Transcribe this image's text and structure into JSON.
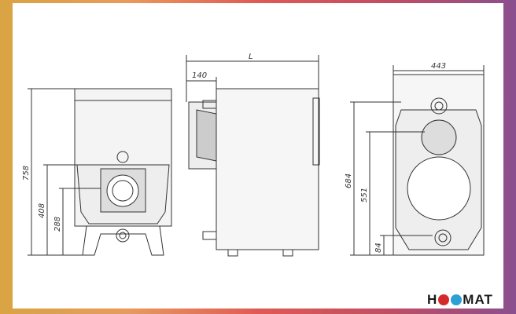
{
  "dimensions": {
    "front_height": "758",
    "front_door_height": "408",
    "front_ashpit_height": "288",
    "side_offset": "140",
    "side_length": "L",
    "rear_width": "443",
    "rear_height": "684",
    "rear_upper_pipe": "551",
    "rear_lower_pipe": "84"
  },
  "logo": {
    "text_left": "H",
    "text_right": "MAT",
    "colors": {
      "fire": "#d42a2a",
      "snow": "#2aa0d4"
    }
  },
  "colors": {
    "line": "#333333",
    "fill": "#f2f2f2"
  }
}
